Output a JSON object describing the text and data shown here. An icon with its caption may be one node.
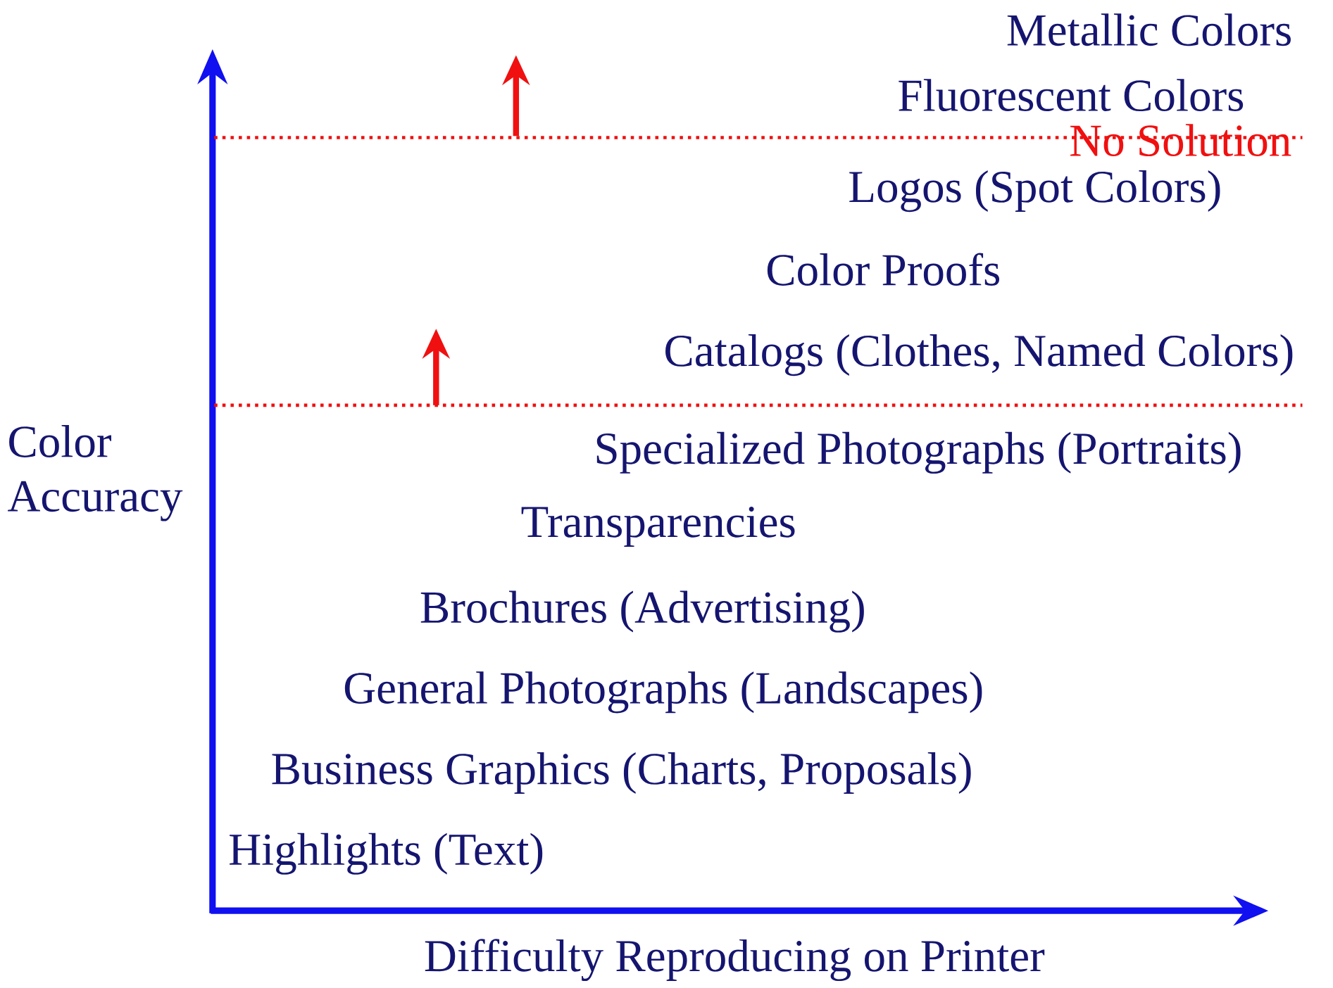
{
  "diagram": {
    "labels": [
      "Metallic Colors",
      "Fluorescent Colors",
      "No Solution",
      "Logos (Spot Colors)",
      "Color Proofs",
      "Catalogs (Clothes, Named Colors)",
      "Color Accuracy",
      "Specialized Photographs (Portraits)",
      "Transparencies",
      "Brochures (Advertising)",
      "General Photographs (Landscapes)",
      "Business Graphics (Charts, Proposals)",
      "Highlights (Text)",
      "Difficulty Reproducing on Printer"
    ]
  }
}
